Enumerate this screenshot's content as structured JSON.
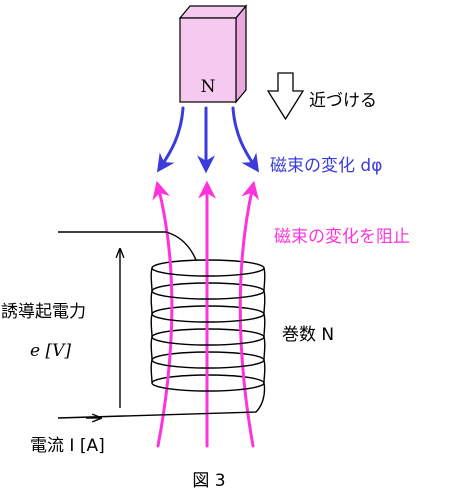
{
  "magnet": {
    "pole": "N"
  },
  "labels": {
    "approach": "近づける",
    "flux_change": "磁束の変化 dφ",
    "oppose": "磁束の変化を阻止",
    "emf_line1": "誘導起電力",
    "emf_line2": "e [V]",
    "turns": "巻数 N",
    "current": "電流 I [A]",
    "caption": "図 3"
  },
  "colors": {
    "magnet_fill": "#f6c9f0",
    "flux_blue": "#3b3bdc",
    "oppose_magenta": "#ff33dd",
    "coil": "#000000"
  }
}
